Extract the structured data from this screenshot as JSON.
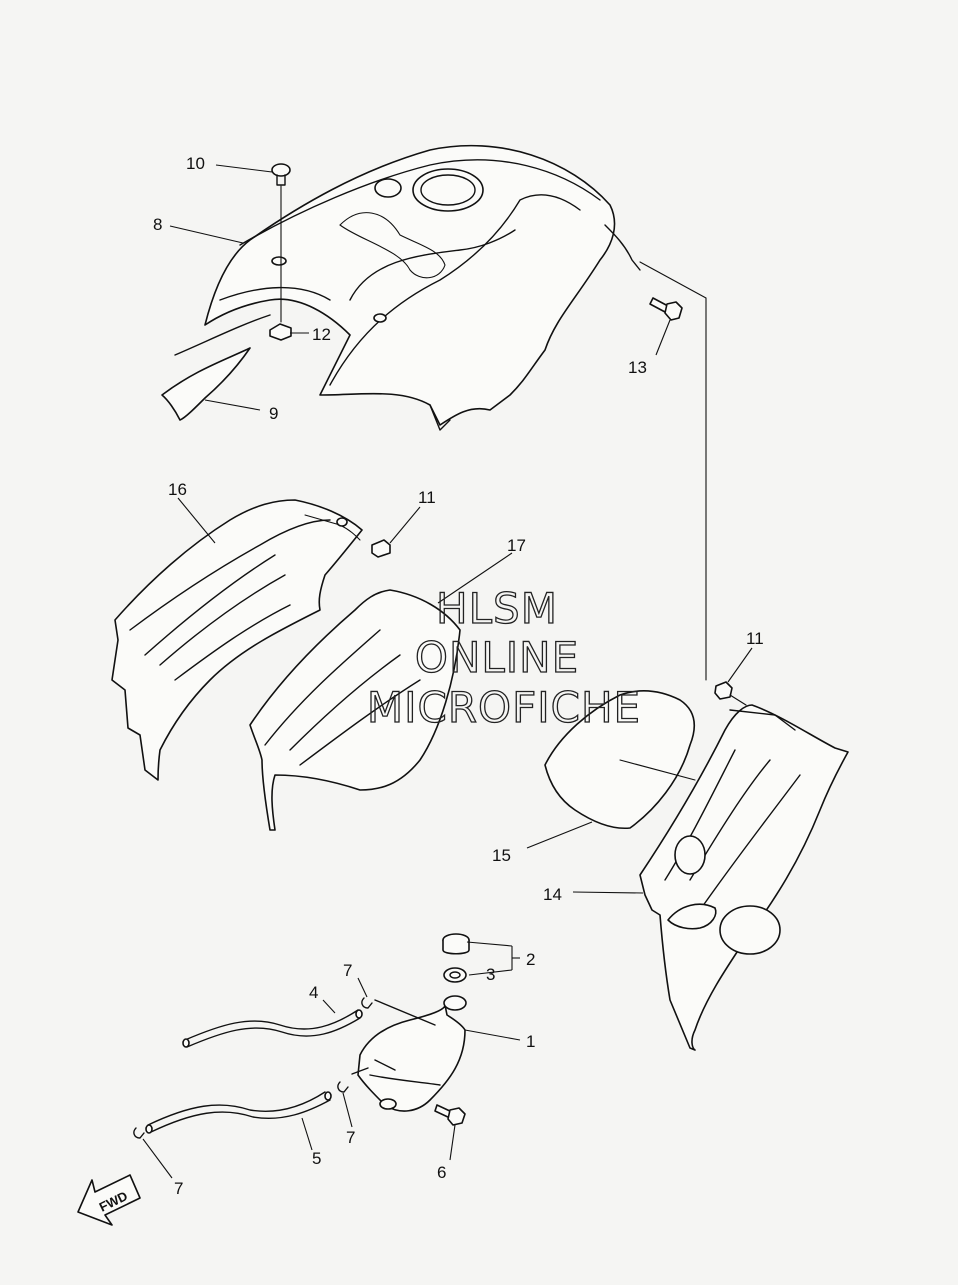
{
  "colors": {
    "background": "#f5f5f3",
    "ink": "#111111"
  },
  "watermark": [
    "HLSM",
    "ONLINE",
    "MICROFICHE"
  ],
  "fwd_label": "FWD",
  "callouts": {
    "c1": "1",
    "c2": "2",
    "c3": "3",
    "c4": "4",
    "c5": "5",
    "c6": "6",
    "c7a": "7",
    "c7b": "7",
    "c7c": "7",
    "c8": "8",
    "c9": "9",
    "c10": "10",
    "c11a": "11",
    "c11b": "11",
    "c12": "12",
    "c13": "13",
    "c14": "14",
    "c15": "15",
    "c16": "16",
    "c17": "17"
  }
}
